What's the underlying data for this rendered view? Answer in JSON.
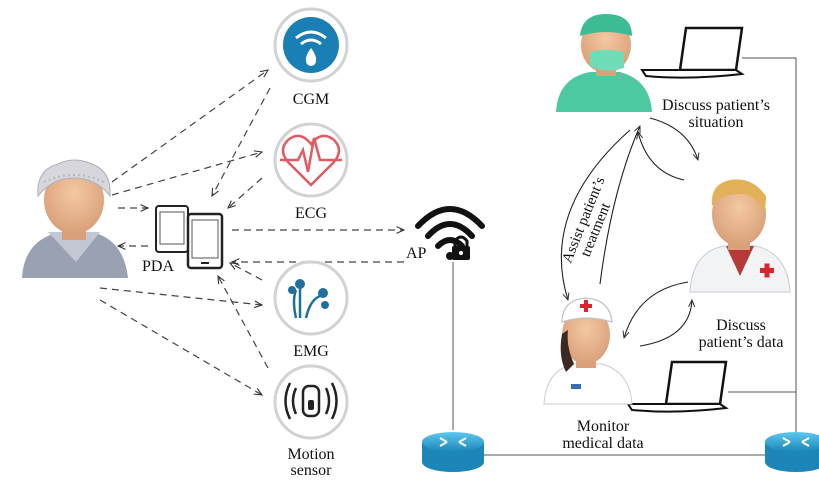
{
  "labels": {
    "cgm": "CGM",
    "ecg": "ECG",
    "emg": "EMG",
    "motion_line1": "Motion",
    "motion_line2": "sensor",
    "pda": "PDA",
    "ap": "AP",
    "discuss_situation_line1": "Discuss patient’s",
    "discuss_situation_line2": "situation",
    "assist_line1": "Assist patient’s",
    "assist_line2": "treatment",
    "discuss_data_line1": "Discuss",
    "discuss_data_line2": "patient’s data",
    "monitor_line1": "Monitor",
    "monitor_line2": "medical data"
  },
  "colors": {
    "cgm_fill": "#1a7fb5",
    "ecg_line": "#e45a63",
    "emg_fill": "#1f6f9f",
    "router": "#2aa7d8",
    "surgeon_scrubs": "#4cc9a0",
    "red_cross": "#d6282b"
  },
  "icons": [
    "patient-icon",
    "cgm-icon",
    "ecg-icon",
    "emg-icon",
    "motion-sensor-icon",
    "pda-icon",
    "wifi-lock-icon",
    "router-icon",
    "surgeon-icon",
    "laptop-icon",
    "doctor-icon",
    "nurse-icon"
  ]
}
